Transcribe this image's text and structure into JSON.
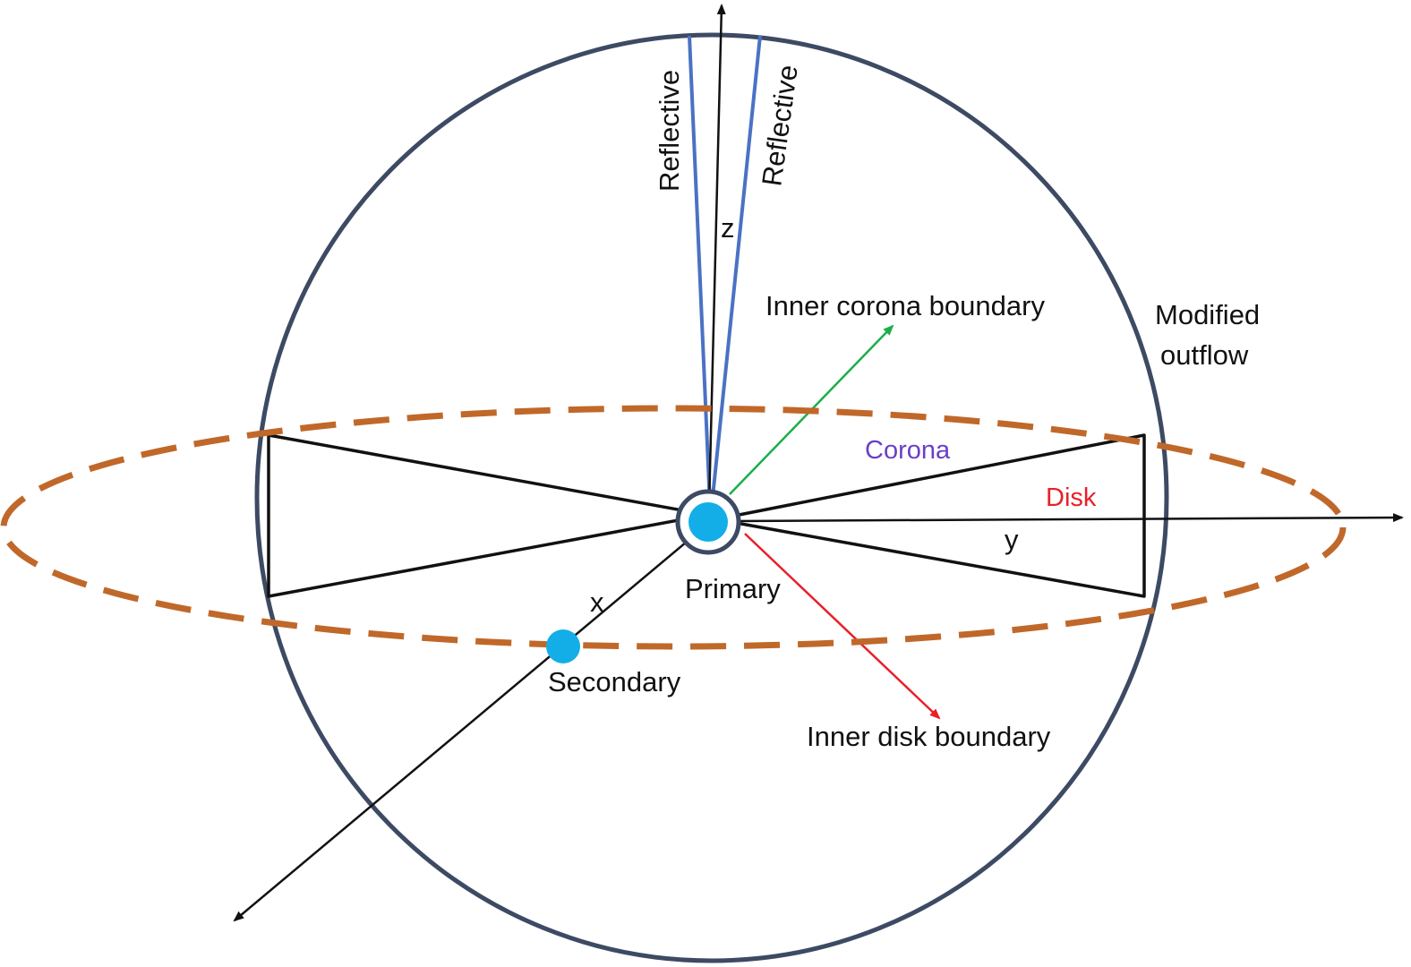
{
  "diagram": {
    "labels": {
      "reflective_left": "Reflective",
      "reflective_right": "Reflective",
      "axis_z": "z",
      "axis_y": "y",
      "axis_x": "x",
      "inner_corona_boundary": "Inner corona boundary",
      "modified_outflow_line1": "Modified",
      "modified_outflow_line2": "outflow",
      "corona": "Corona",
      "disk": "Disk",
      "primary": "Primary",
      "secondary": "Secondary",
      "inner_disk_boundary": "Inner disk boundary"
    },
    "colors": {
      "outer_boundary": "#3d4a63",
      "orbit": "#c0682a",
      "reflective_wedge": "#4a72c4",
      "corona_text": "#6a3fc8",
      "disk_text": "#e8202a",
      "inner_corona_arrow": "#1cae4a",
      "inner_disk_arrow": "#e8202a",
      "star": "#13aee8",
      "axes": "#111111"
    }
  }
}
